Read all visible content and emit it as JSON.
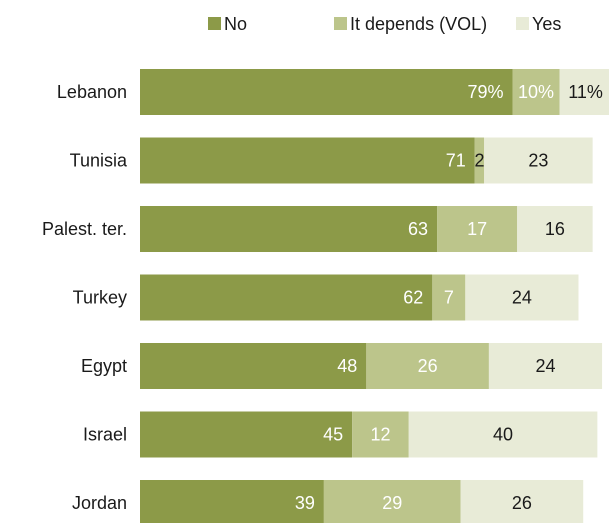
{
  "chart_data": {
    "type": "bar",
    "orientation": "horizontal",
    "stacked": true,
    "grid": false,
    "legend_position": "top",
    "categories": [
      "Lebanon",
      "Tunisia",
      "Palest. ter.",
      "Turkey",
      "Egypt",
      "Israel",
      "Jordan"
    ],
    "series": [
      {
        "name": "No",
        "color": "#8c9a48",
        "label_color": "#ffffff",
        "values": [
          79,
          71,
          63,
          62,
          48,
          45,
          39
        ],
        "labels": [
          "79%",
          "71",
          "63",
          "62",
          "48",
          "45",
          "39"
        ]
      },
      {
        "name": "It depends (VOL)",
        "color": "#bcc58b",
        "label_color": "#ffffff",
        "values": [
          10,
          2,
          17,
          7,
          26,
          12,
          29
        ],
        "labels": [
          "10%",
          "2",
          "17",
          "7",
          "26",
          "12",
          "29"
        ]
      },
      {
        "name": "Yes",
        "color": "#e8ebd7",
        "label_color": "#1a1a1a",
        "values": [
          11,
          23,
          16,
          24,
          24,
          40,
          26
        ],
        "labels": [
          "11%",
          "23",
          "16",
          "24",
          "24",
          "40",
          "26"
        ]
      }
    ],
    "label_color_overrides": [
      {
        "series": 1,
        "category": 1,
        "color": "#1a1a1a"
      }
    ],
    "xlim": [
      0,
      100
    ]
  }
}
